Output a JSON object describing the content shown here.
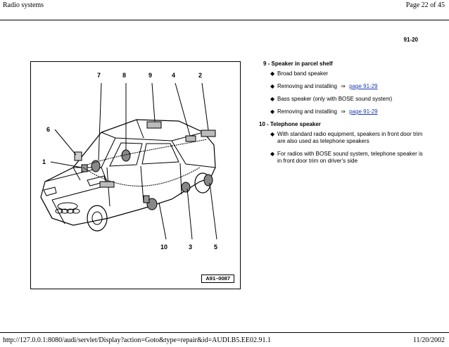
{
  "header": {
    "title": "Radio systems",
    "page": "Page 22 of 45"
  },
  "doc_number": "91-20",
  "figure": {
    "callouts": [
      "7",
      "8",
      "9",
      "4",
      "2",
      "6",
      "1",
      "10",
      "3",
      "5"
    ],
    "reference": "A91–0087"
  },
  "legend": [
    {
      "title": "9 - Speaker in parcel shelf",
      "items": [
        {
          "text": "Broad band speaker"
        },
        {
          "text": "Removing and installing",
          "arrow": "⇒",
          "link": "page 91-29"
        },
        {
          "text": "Bass speaker (only with BOSE sound system)"
        },
        {
          "text": "Removing and installing",
          "arrow": "⇒",
          "link": "page 91-29"
        }
      ]
    },
    {
      "title": "10 - Telephone speaker",
      "items": [
        {
          "text": "With standard radio equipment, speakers in front door trim are also used as telephone speakers"
        },
        {
          "text": "For radios with BOSE sound system, telephone speaker is in front door trim on driver's side"
        }
      ]
    }
  ],
  "footer": {
    "url": "http://127.0.0.1:8080/audi/servlet/Display?action=Goto&type=repair&id=AUDI.B5.EE02.91.1",
    "date": "11/20/2002"
  }
}
